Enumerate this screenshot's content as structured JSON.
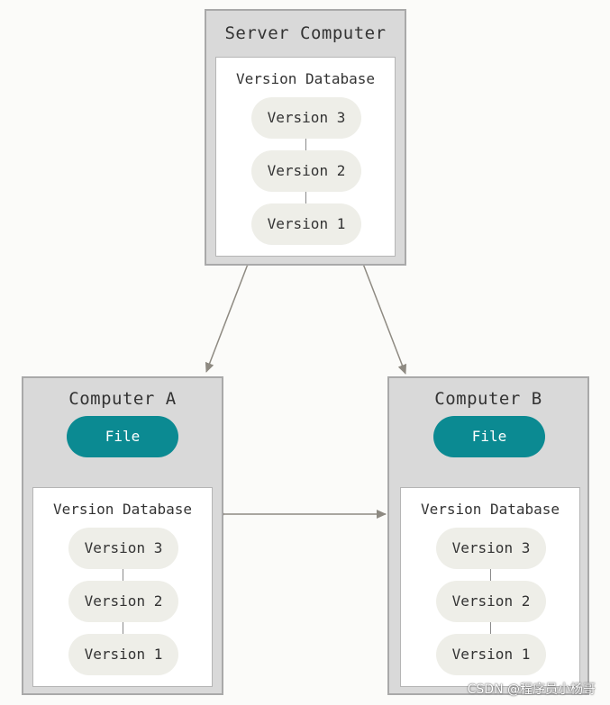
{
  "server": {
    "title": "Server Computer",
    "database": {
      "title": "Version Database",
      "versions": [
        "Version 3",
        "Version 2",
        "Version 1"
      ]
    }
  },
  "computer_a": {
    "title": "Computer A",
    "file_label": "File",
    "database": {
      "title": "Version Database",
      "versions": [
        "Version 3",
        "Version 2",
        "Version 1"
      ]
    }
  },
  "computer_b": {
    "title": "Computer B",
    "file_label": "File",
    "database": {
      "title": "Version Database",
      "versions": [
        "Version 3",
        "Version 2",
        "Version 1"
      ]
    }
  },
  "watermark": "CSDN @程序员小杨哥",
  "colors": {
    "box_fill": "#d9d9d9",
    "box_border": "#a9a9a9",
    "pill_fill": "#eeeee8",
    "file_fill": "#0b8a92",
    "arrow": "#8e8a82",
    "background": "#fbfbf9"
  }
}
